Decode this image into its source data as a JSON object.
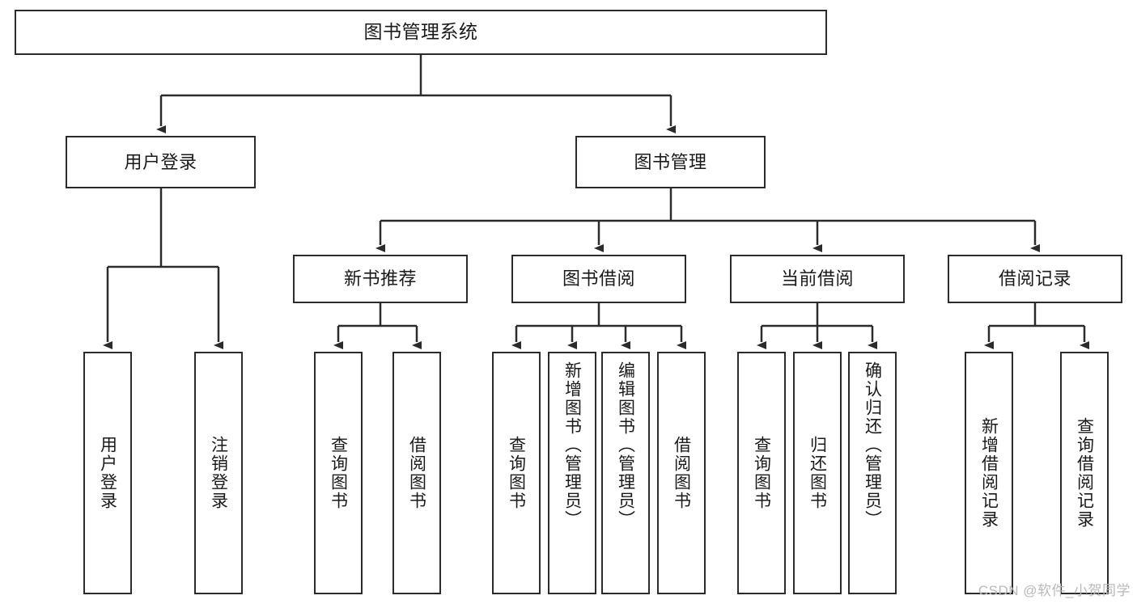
{
  "diagram": {
    "type": "tree",
    "title": "图书管理系统",
    "stroke_color": "#2b2b2b",
    "fill_color": "#ffffff",
    "text_color": "#1a1a1a",
    "nodes": {
      "root": {
        "label": "图书管理系统"
      },
      "l2": [
        {
          "id": "user-login",
          "label": "用户登录"
        },
        {
          "id": "book-manage",
          "label": "图书管理"
        }
      ],
      "l3": [
        {
          "id": "new-book-rec",
          "label": "新书推荐"
        },
        {
          "id": "book-borrow",
          "label": "图书借阅"
        },
        {
          "id": "current-borrow",
          "label": "当前借阅"
        },
        {
          "id": "borrow-record",
          "label": "借阅记录"
        }
      ],
      "leaves": [
        {
          "id": "leaf-user-login",
          "label": "用户登录",
          "parent": "user-login"
        },
        {
          "id": "leaf-user-logout",
          "label": "注销登录",
          "parent": "user-login"
        },
        {
          "id": "leaf-query-book-1",
          "label": "查询图书",
          "parent": "new-book-rec"
        },
        {
          "id": "leaf-borrow-book-1",
          "label": "借阅图书",
          "parent": "new-book-rec"
        },
        {
          "id": "leaf-query-book-2",
          "label": "查询图书",
          "parent": "book-borrow"
        },
        {
          "id": "leaf-add-book",
          "label": "新增图书（管理员）",
          "parent": "book-borrow"
        },
        {
          "id": "leaf-edit-book",
          "label": "编辑图书（管理员）",
          "parent": "book-borrow"
        },
        {
          "id": "leaf-borrow-book-2",
          "label": "借阅图书",
          "parent": "book-borrow"
        },
        {
          "id": "leaf-query-book-3",
          "label": "查询图书",
          "parent": "current-borrow"
        },
        {
          "id": "leaf-return-book",
          "label": "归还图书",
          "parent": "current-borrow"
        },
        {
          "id": "leaf-confirm-return",
          "label": "确认归还（管理员）",
          "parent": "current-borrow"
        },
        {
          "id": "leaf-add-record",
          "label": "新增借阅记录",
          "parent": "borrow-record"
        },
        {
          "id": "leaf-query-record",
          "label": "查询借阅记录",
          "parent": "borrow-record"
        }
      ]
    }
  },
  "watermark": {
    "text": "CSDN @软件_小贺同学"
  }
}
